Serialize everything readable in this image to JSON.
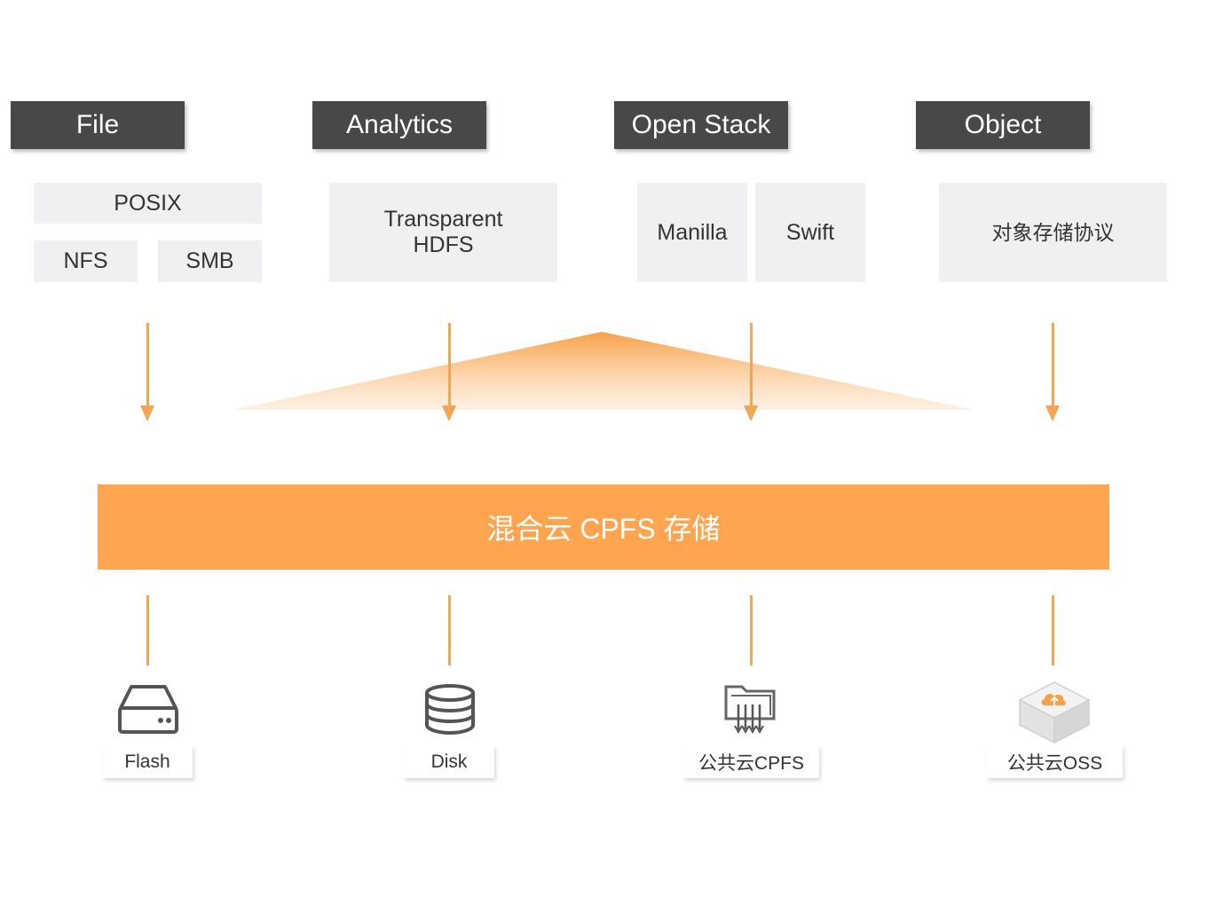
{
  "columns": [
    {
      "tab": "File",
      "items": [
        "POSIX",
        "NFS",
        "SMB"
      ]
    },
    {
      "tab": "Analytics",
      "items": [
        "Transparent\nHDFS"
      ]
    },
    {
      "tab": "Open Stack",
      "items": [
        "Manilla",
        "Swift"
      ]
    },
    {
      "tab": "Object",
      "items": [
        "对象存储协议"
      ]
    }
  ],
  "core": {
    "label": "混合云 CPFS 存储"
  },
  "backends": [
    {
      "icon": "server-drive-icon",
      "label": "Flash"
    },
    {
      "icon": "database-disk-icon",
      "label": "Disk"
    },
    {
      "icon": "folder-transfer-icon",
      "label": "公共云CPFS"
    },
    {
      "icon": "cloud-upload-cube-icon",
      "label": "公共云OSS"
    }
  ],
  "colors": {
    "accent": "#ffa44f",
    "tab": "#484848",
    "box": "#eef0f1"
  }
}
